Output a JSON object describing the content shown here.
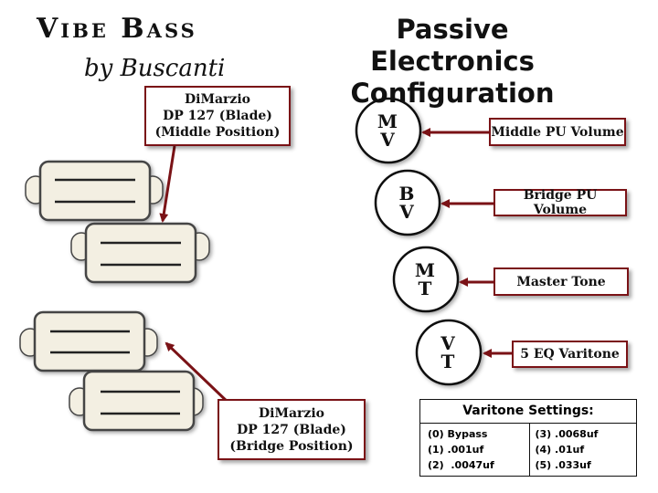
{
  "brand": {
    "name": "Vibe Bass",
    "byline": "by Buscanti"
  },
  "title": {
    "line1": "Passive Electronics",
    "line2": "Configuration"
  },
  "pickups": {
    "middle": {
      "model": "DiMarzio",
      "part": "DP 127 (Blade)",
      "position": "(Middle Position)"
    },
    "bridge": {
      "model": "DiMarzio",
      "part": "DP 127 (Blade)",
      "position": "(Bridge Position)"
    }
  },
  "controls": [
    {
      "knob_top": "M",
      "knob_bottom": "V",
      "label": "Middle PU Volume"
    },
    {
      "knob_top": "B",
      "knob_bottom": "V",
      "label": "Bridge PU Volume"
    },
    {
      "knob_top": "M",
      "knob_bottom": "T",
      "label": "Master Tone"
    },
    {
      "knob_top": "V",
      "knob_bottom": "T",
      "label": "5 EQ Varitone"
    }
  ],
  "varitone": {
    "title": "Varitone Settings:",
    "left": [
      "(0) Bypass",
      "(1) .001uf",
      "(2)  .0047uf"
    ],
    "right": [
      "(3) .0068uf",
      "(4) .01uf",
      "(5) .033uf"
    ]
  },
  "colors": {
    "arrow": "#7a1216",
    "callout_border": "#7a1216",
    "pickup_fill": "#f3efe2",
    "pickup_border": "#444444"
  }
}
